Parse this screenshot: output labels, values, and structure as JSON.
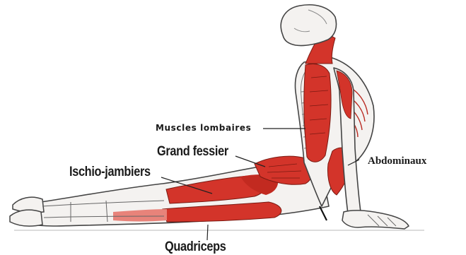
{
  "labels": {
    "lumbar": "Muscles lombaires",
    "glutes": "Grand fessier",
    "hamstrings": "Ischio-jambiers",
    "abdominals": "Abdominaux",
    "quadriceps": "Quadriceps"
  },
  "colors": {
    "muscle": "#d3342a",
    "muscle_light": "#e8837a",
    "outline": "#444444",
    "skin": "#f4f2f0",
    "background": "#ffffff"
  }
}
